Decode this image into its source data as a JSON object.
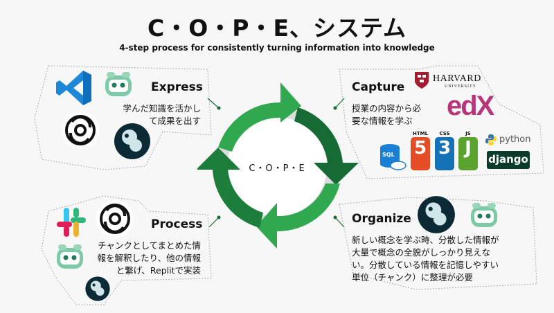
{
  "header": {
    "title": "C・O・P・E、システム",
    "subtitle": "4-step process for consistently turning information into knowledge"
  },
  "cycle": {
    "center_label": "C・O・P・E",
    "colors": {
      "dark": "#156b33",
      "mid": "#1f8a3e",
      "light": "#2fa84f",
      "ring": "#dcdcdc"
    }
  },
  "steps": {
    "capture": {
      "title": "Capture",
      "description": [
        "授業の内容から必",
        "要な情報を学ぶ"
      ]
    },
    "organize": {
      "title": "Organize",
      "description": [
        "新しい概念を学ぶ時、分散した情報が",
        "大量で概念の全貌がしっかり見えな",
        "い。分散している情報を記憶しやすい",
        "単位（チャンク）に整理が必要"
      ]
    },
    "process": {
      "title": "Process",
      "description": [
        "チャンクとしてまとめた情",
        "報を解釈したり、他の情報",
        "と繋げ、Replitで実装"
      ]
    },
    "express": {
      "title": "Express",
      "description": [
        "学んだ知識を活かし",
        "て成果を出す"
      ]
    }
  },
  "logos": {
    "harvard": {
      "name": "HARVARD",
      "sub": "UNIVERSITY"
    },
    "edx": "edX",
    "sql": "SQL",
    "html": "HTML",
    "css": "CSS",
    "js": "JS",
    "python": "python",
    "django": "django"
  }
}
